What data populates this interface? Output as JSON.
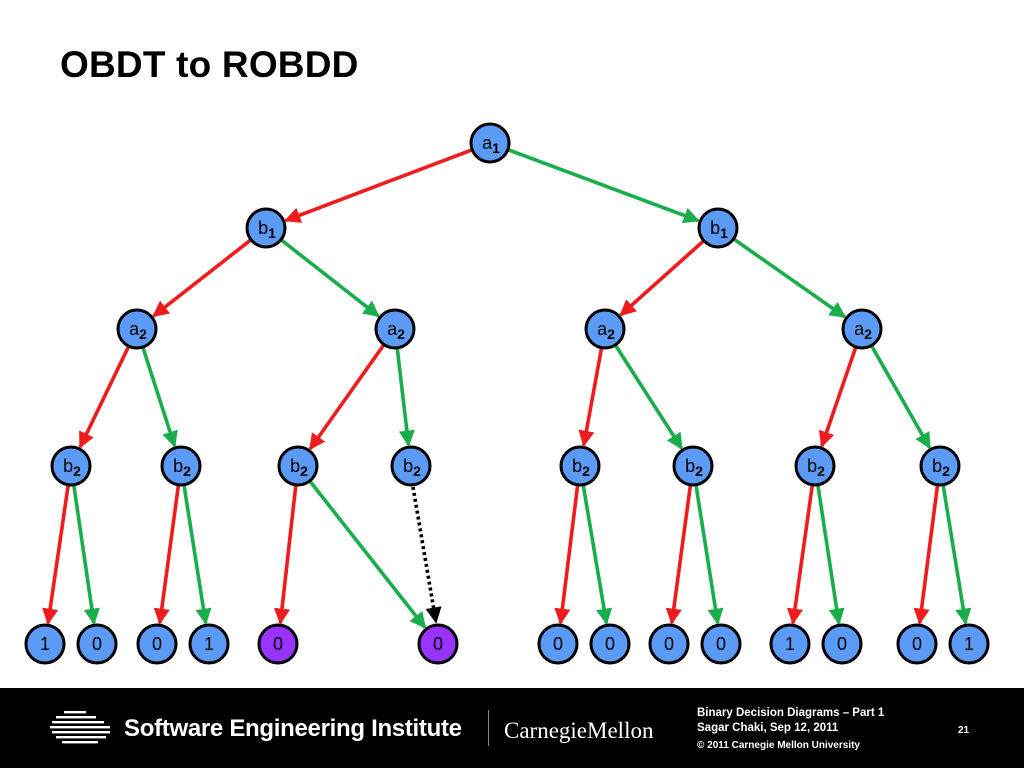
{
  "slide": {
    "title": "OBDT to ROBDD"
  },
  "diagram": {
    "colors": {
      "node": "#5b9bf5",
      "merged_node": "#9933ff",
      "low_edge": "#ee1c1c",
      "high_edge": "#1aad4b",
      "redirect_edge": "#000000",
      "outline": "#000000"
    },
    "nodes": [
      {
        "id": "n1",
        "var": "a",
        "sub": "1"
      },
      {
        "id": "n2",
        "var": "b",
        "sub": "1"
      },
      {
        "id": "n3",
        "var": "b",
        "sub": "1"
      },
      {
        "id": "n4",
        "var": "a",
        "sub": "2"
      },
      {
        "id": "n5",
        "var": "a",
        "sub": "2"
      },
      {
        "id": "n6",
        "var": "a",
        "sub": "2"
      },
      {
        "id": "n7",
        "var": "a",
        "sub": "2"
      },
      {
        "id": "n8",
        "var": "b",
        "sub": "2"
      },
      {
        "id": "n9",
        "var": "b",
        "sub": "2"
      },
      {
        "id": "n10",
        "var": "b",
        "sub": "2"
      },
      {
        "id": "n11",
        "var": "b",
        "sub": "2"
      },
      {
        "id": "n12",
        "var": "b",
        "sub": "2"
      },
      {
        "id": "n13",
        "var": "b",
        "sub": "2"
      },
      {
        "id": "n14",
        "var": "b",
        "sub": "2"
      },
      {
        "id": "n15",
        "var": "b",
        "sub": "2"
      }
    ],
    "leaves": [
      {
        "id": "t1",
        "value": "1",
        "highlight": false
      },
      {
        "id": "t2",
        "value": "0",
        "highlight": false
      },
      {
        "id": "t3",
        "value": "0",
        "highlight": false
      },
      {
        "id": "t4",
        "value": "1",
        "highlight": false
      },
      {
        "id": "t5",
        "value": "0",
        "highlight": true
      },
      {
        "id": "t6",
        "value": "0",
        "highlight": true
      },
      {
        "id": "t7",
        "value": "0",
        "highlight": false
      },
      {
        "id": "t8",
        "value": "0",
        "highlight": false
      },
      {
        "id": "t9",
        "value": "0",
        "highlight": false
      },
      {
        "id": "t10",
        "value": "0",
        "highlight": false
      },
      {
        "id": "t11",
        "value": "1",
        "highlight": false
      },
      {
        "id": "t12",
        "value": "0",
        "highlight": false
      },
      {
        "id": "t13",
        "value": "0",
        "highlight": false
      },
      {
        "id": "t14",
        "value": "1",
        "highlight": false
      }
    ],
    "edges": [
      {
        "from": "n1",
        "to": "n2",
        "kind": "low"
      },
      {
        "from": "n1",
        "to": "n3",
        "kind": "high"
      },
      {
        "from": "n2",
        "to": "n4",
        "kind": "low"
      },
      {
        "from": "n2",
        "to": "n5",
        "kind": "high"
      },
      {
        "from": "n3",
        "to": "n6",
        "kind": "low"
      },
      {
        "from": "n3",
        "to": "n7",
        "kind": "high"
      },
      {
        "from": "n4",
        "to": "n8",
        "kind": "low"
      },
      {
        "from": "n4",
        "to": "n9",
        "kind": "high"
      },
      {
        "from": "n5",
        "to": "n10",
        "kind": "low"
      },
      {
        "from": "n5",
        "to": "n11",
        "kind": "high"
      },
      {
        "from": "n6",
        "to": "n12",
        "kind": "low"
      },
      {
        "from": "n6",
        "to": "n13",
        "kind": "high"
      },
      {
        "from": "n7",
        "to": "n14",
        "kind": "low"
      },
      {
        "from": "n7",
        "to": "n15",
        "kind": "high"
      },
      {
        "from": "n8",
        "to": "t1",
        "kind": "low"
      },
      {
        "from": "n8",
        "to": "t2",
        "kind": "high"
      },
      {
        "from": "n9",
        "to": "t3",
        "kind": "low"
      },
      {
        "from": "n9",
        "to": "t4",
        "kind": "high"
      },
      {
        "from": "n10",
        "to": "t5",
        "kind": "low"
      },
      {
        "from": "n10",
        "to": "t6",
        "kind": "high"
      },
      {
        "from": "n11",
        "to": "t6",
        "kind": "redirect"
      },
      {
        "from": "n12",
        "to": "t7",
        "kind": "low"
      },
      {
        "from": "n12",
        "to": "t8",
        "kind": "high"
      },
      {
        "from": "n13",
        "to": "t9",
        "kind": "low"
      },
      {
        "from": "n13",
        "to": "t10",
        "kind": "high"
      },
      {
        "from": "n14",
        "to": "t11",
        "kind": "low"
      },
      {
        "from": "n14",
        "to": "t12",
        "kind": "high"
      },
      {
        "from": "n15",
        "to": "t13",
        "kind": "low"
      },
      {
        "from": "n15",
        "to": "t14",
        "kind": "high"
      }
    ]
  },
  "footer": {
    "org": "Software Engineering Institute",
    "university": "CarnegieMellon",
    "deck_title": "Binary Decision Diagrams – Part 1",
    "author_date": "Sagar Chaki, Sep 12, 2011",
    "copyright": "© 2011 Carnegie Mellon University",
    "page": "21"
  }
}
